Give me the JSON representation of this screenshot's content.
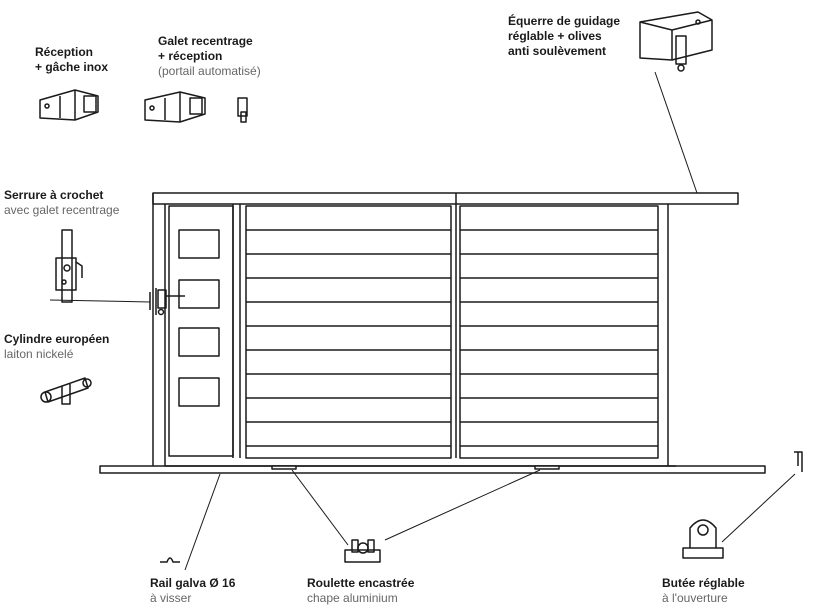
{
  "labels": {
    "reception": {
      "title": "Réception",
      "line2": "+ gâche inox"
    },
    "galet": {
      "title": "Galet recentrage",
      "line2": "+ réception",
      "sub": "(portail automatisé)"
    },
    "equerre": {
      "line1": "Équerre de guidage",
      "line2": "réglable + olives",
      "line3": "anti soulèvement"
    },
    "serrure": {
      "title": "Serrure à crochet",
      "sub": "avec galet recentrage"
    },
    "cylindre": {
      "title": "Cylindre européen",
      "sub": "laiton nickelé"
    },
    "rail": {
      "title": "Rail galva Ø 16",
      "sub": "à visser"
    },
    "roulette": {
      "title": "Roulette encastrée",
      "sub": "chape aluminium"
    },
    "butee": {
      "title": "Butée réglable",
      "sub": "à l'ouverture"
    }
  },
  "colors": {
    "line": "#1a1a1a",
    "subtext": "#666666"
  }
}
